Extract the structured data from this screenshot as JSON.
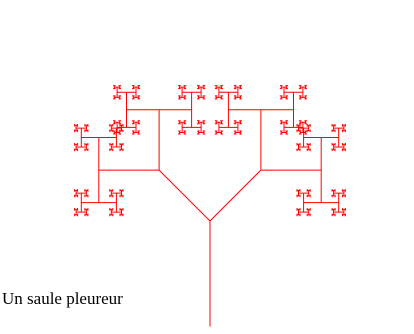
{
  "caption": "Un saule pleureur",
  "figure": {
    "subject": "fractal-tree-drawing",
    "stroke_color": "#ff0000",
    "background_color": "#ffffff",
    "recursion_depth": 11
  }
}
